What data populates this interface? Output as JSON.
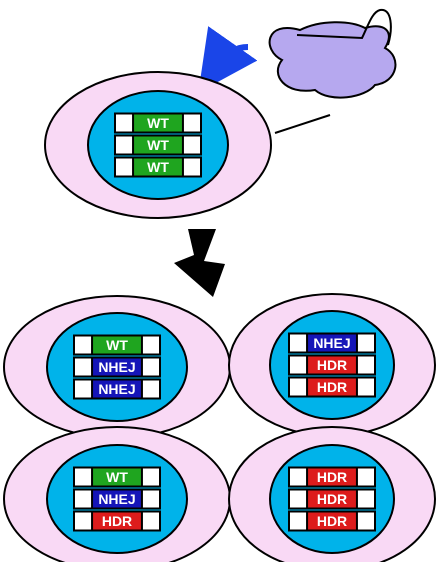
{
  "colors": {
    "background": "#ffffff",
    "outer_cell": "#f9d9f5",
    "nucleus": "#00b3ea",
    "wt": "#1fa51f",
    "nhej": "#1515b8",
    "hdr": "#dd1c1c",
    "slot": "#ffffff",
    "stroke": "#000000",
    "cas9_body": "#b6a8ef",
    "curved_arrow": "#1a45e8",
    "down_arrow": "#000000"
  },
  "alleles": {
    "wt": "WT",
    "nhej": "NHEJ",
    "hdr": "HDR"
  },
  "top_cell": {
    "alleles": [
      "wt",
      "wt",
      "wt"
    ]
  },
  "result_cells": [
    {
      "id": "cell-a",
      "alleles": [
        "wt",
        "nhej",
        "nhej"
      ]
    },
    {
      "id": "cell-b",
      "alleles": [
        "nhej",
        "hdr",
        "hdr"
      ]
    },
    {
      "id": "cell-c",
      "alleles": [
        "wt",
        "nhej",
        "hdr"
      ]
    },
    {
      "id": "cell-d",
      "alleles": [
        "hdr",
        "hdr",
        "hdr"
      ]
    }
  ]
}
